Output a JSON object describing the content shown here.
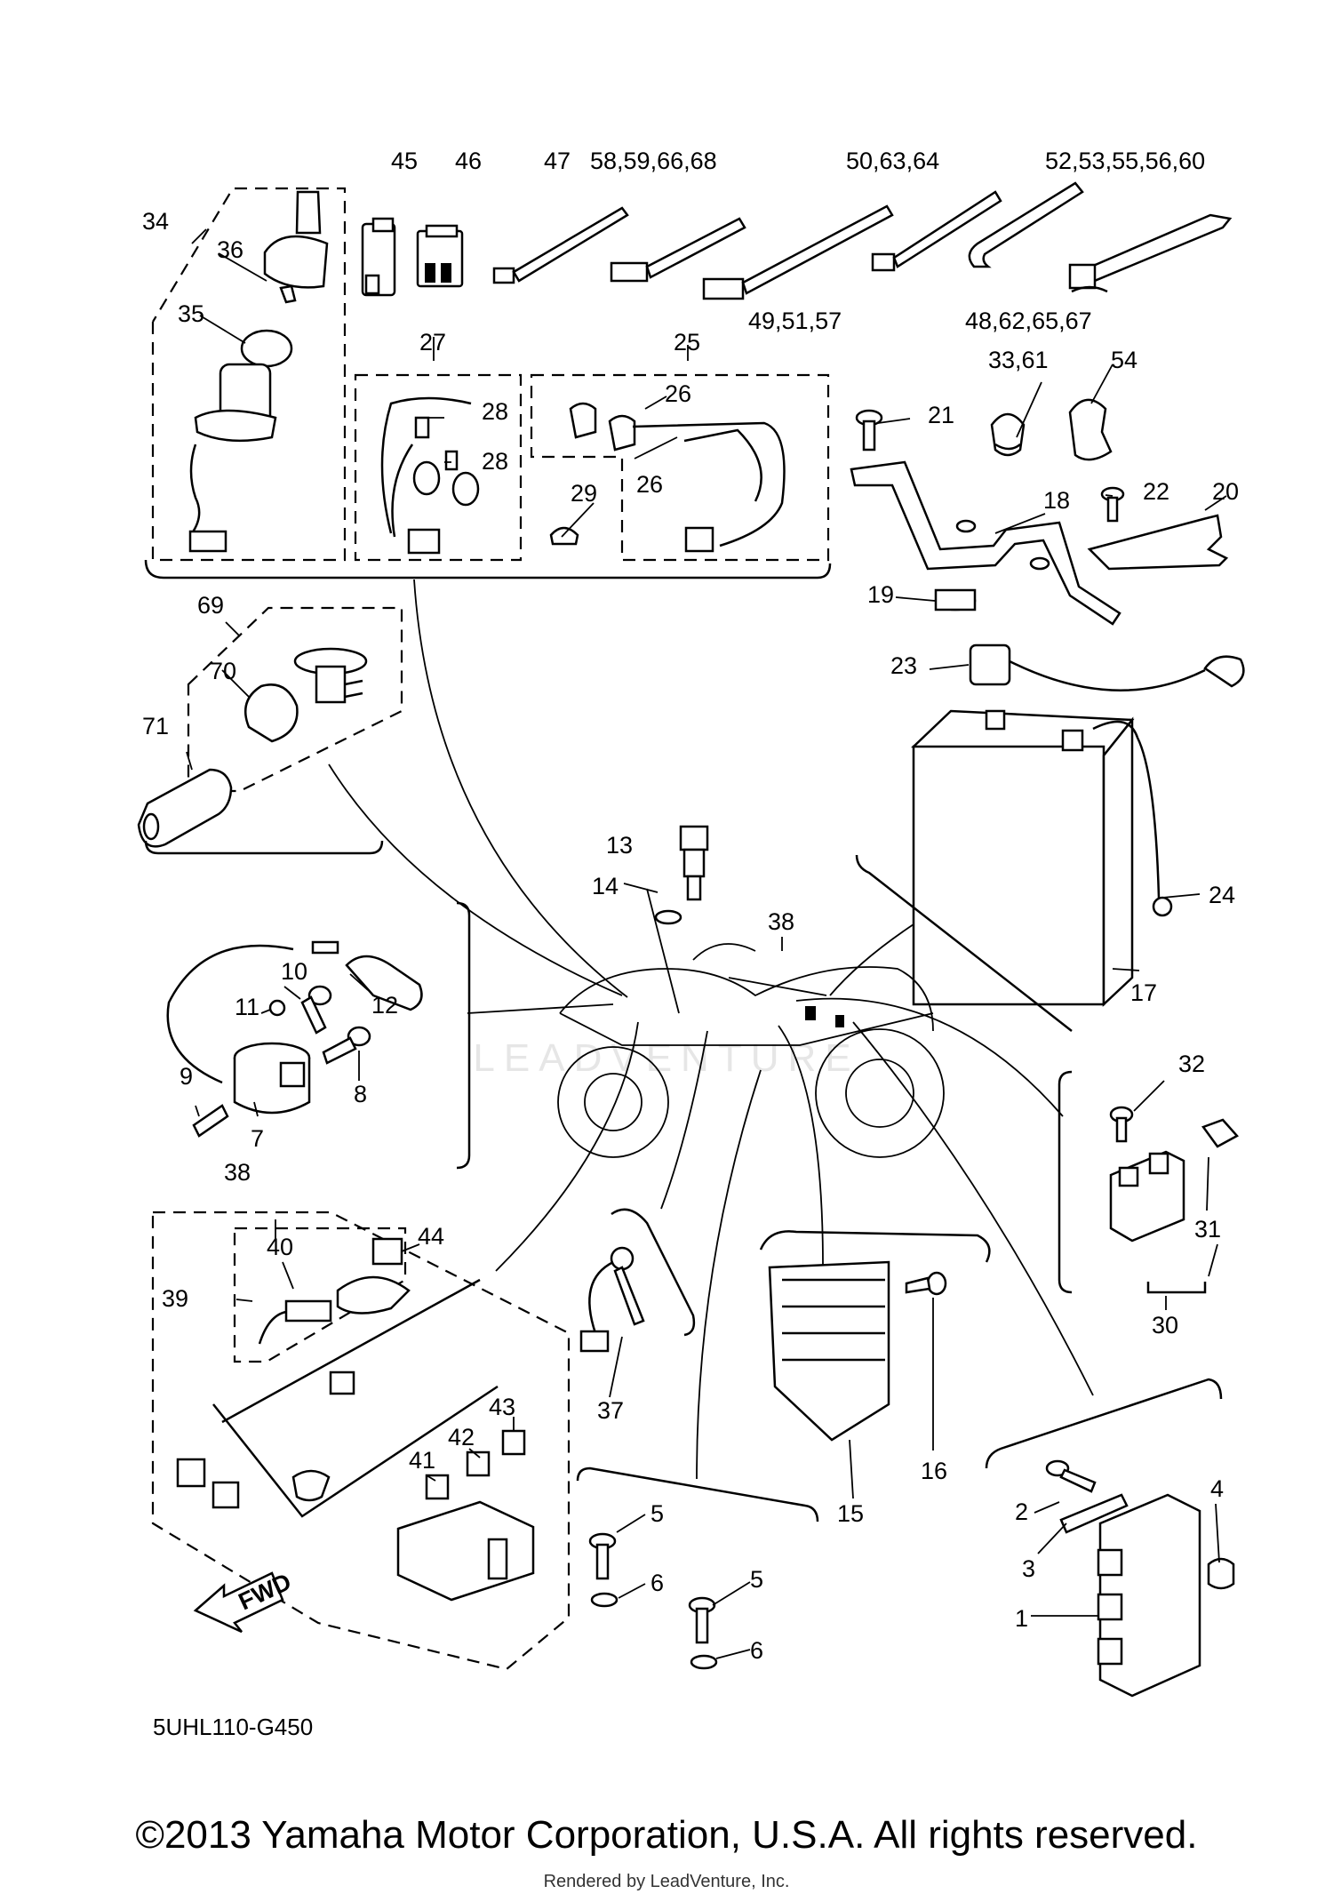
{
  "diagram": {
    "code": "5UHL110-G450",
    "fwd_label": "FWD",
    "watermark": "LEADVENTURE",
    "copyright": "©2013 Yamaha Motor Corporation, U.S.A. All rights reserved.",
    "rendered_by": "Rendered by LeadVenture, Inc.",
    "callouts": {
      "c45": "45",
      "c46": "46",
      "c47": "47",
      "c58": "58,59,66,68",
      "c50": "50,63,64",
      "c52": "52,53,55,56,60",
      "c34": "34",
      "c36": "36",
      "c35": "35",
      "c27": "27",
      "c25": "25",
      "c26a": "26",
      "c26b": "26",
      "c28a": "28",
      "c28b": "28",
      "c29": "29",
      "c49": "49,51,57",
      "c48": "48,62,65,67",
      "c33": "33,61",
      "c54": "54",
      "c21": "21",
      "c22": "22",
      "c20": "20",
      "c18": "18",
      "c19": "19",
      "c69": "69",
      "c70": "70",
      "c71": "71",
      "c23": "23",
      "c13": "13",
      "c14": "14",
      "c24": "24",
      "c38a": "38",
      "c10": "10",
      "c11": "11",
      "c12": "12",
      "c17": "17",
      "c9": "9",
      "c8": "8",
      "c7": "7",
      "c32": "32",
      "c38b": "38",
      "c40": "40",
      "c39": "39",
      "c44": "44",
      "c31": "31",
      "c30": "30",
      "c43": "43",
      "c42": "42",
      "c41": "41",
      "c37": "37",
      "c16": "16",
      "c15": "15",
      "c5a": "5",
      "c6a": "6",
      "c5b": "5",
      "c6b": "6",
      "c4": "4",
      "c2": "2",
      "c3": "3",
      "c1": "1"
    }
  }
}
